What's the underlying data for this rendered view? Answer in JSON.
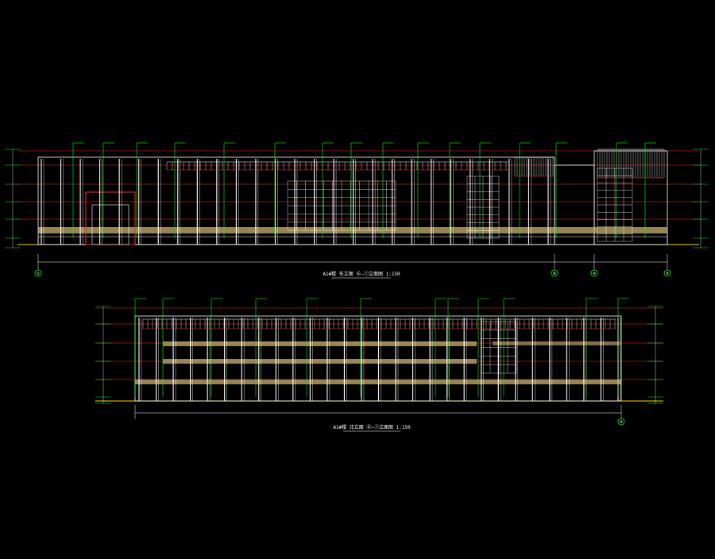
{
  "colors": {
    "background": "#000000",
    "outline": "#ffffff",
    "structure": "#ff2a2a",
    "callout": "#00ff00",
    "annotation": "#ffffff",
    "facade_fill": "#c8b070",
    "ground": "#ffd800"
  },
  "elevation_top": {
    "title": "A1#楼 东立面 ⑥—①立面图 1:150",
    "axis_markers": [
      "①",
      "⑥",
      "④",
      "⑤"
    ]
  },
  "elevation_bottom": {
    "title": "A1#楼 北立面 ⑥—①立面图 1:150",
    "axis_markers": [
      "⑥"
    ]
  }
}
